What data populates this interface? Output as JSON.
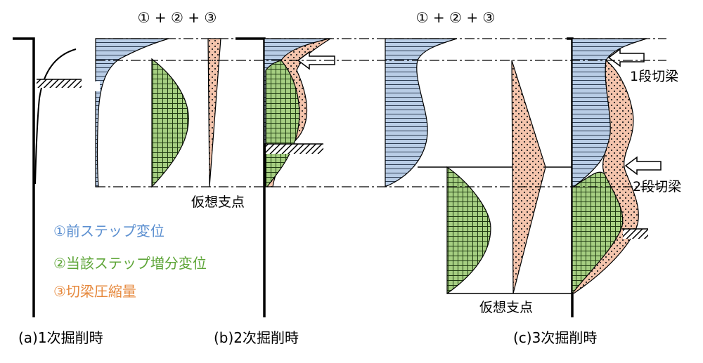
{
  "formulas": {
    "b": "① + ② + ③",
    "c": "① + ② + ③"
  },
  "legend": {
    "item1": "①前ステップ変位",
    "item2": "②当該ステップ増分変位",
    "item3": "③切梁圧縮量"
  },
  "labels": {
    "virtual_support_b": "仮想支点",
    "virtual_support_c": "仮想支点",
    "strut1": "1段切梁",
    "strut2": "2段切梁"
  },
  "captions": {
    "a": "(a)1次掘削時",
    "b": "(b)2次掘削時",
    "c": "(c)3次掘削時"
  },
  "colors": {
    "blue_fill": "#b9cde6",
    "blue_text": "#5b8fd0",
    "green_fill": "#a6cf82",
    "green_text": "#5fa639",
    "orange_fill": "#f5c5ad",
    "orange_text": "#e6883c"
  }
}
